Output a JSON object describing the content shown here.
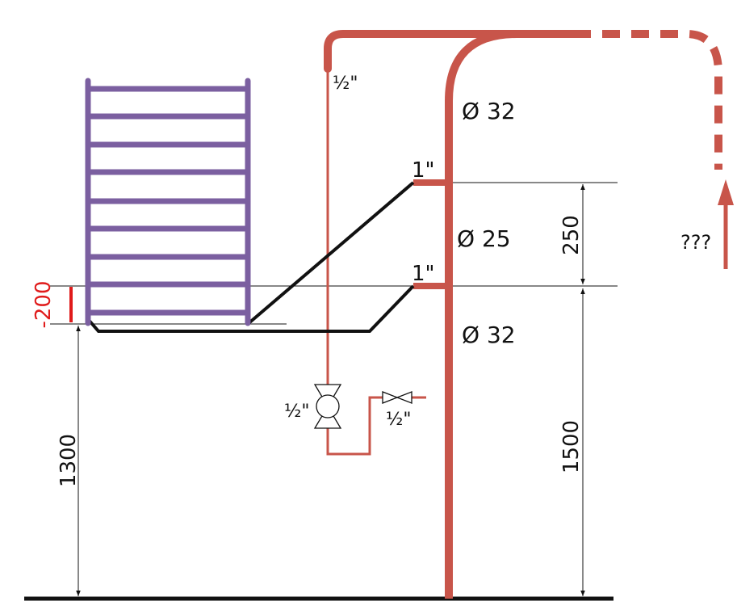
{
  "colors": {
    "pipe": "#c8554a",
    "radiator": "#7b5fa0",
    "connection": "#111111",
    "dimension": "#111111",
    "offset_marker": "#e01b1b",
    "background": "#ffffff"
  },
  "labels": {
    "half_inch_top": "½\"",
    "diameter_top": "Ø 32",
    "inch_upper": "1\"",
    "diameter_middle": "Ø 25",
    "inch_lower": "1\"",
    "diameter_bottom": "Ø 32",
    "valve_left": "½\"",
    "valve_right": "½\"",
    "unknown_flow": "???"
  },
  "dimensions": {
    "upper_spacing": "250",
    "riser_height": "1500",
    "radiator_height": "1300",
    "offset": "-200"
  }
}
